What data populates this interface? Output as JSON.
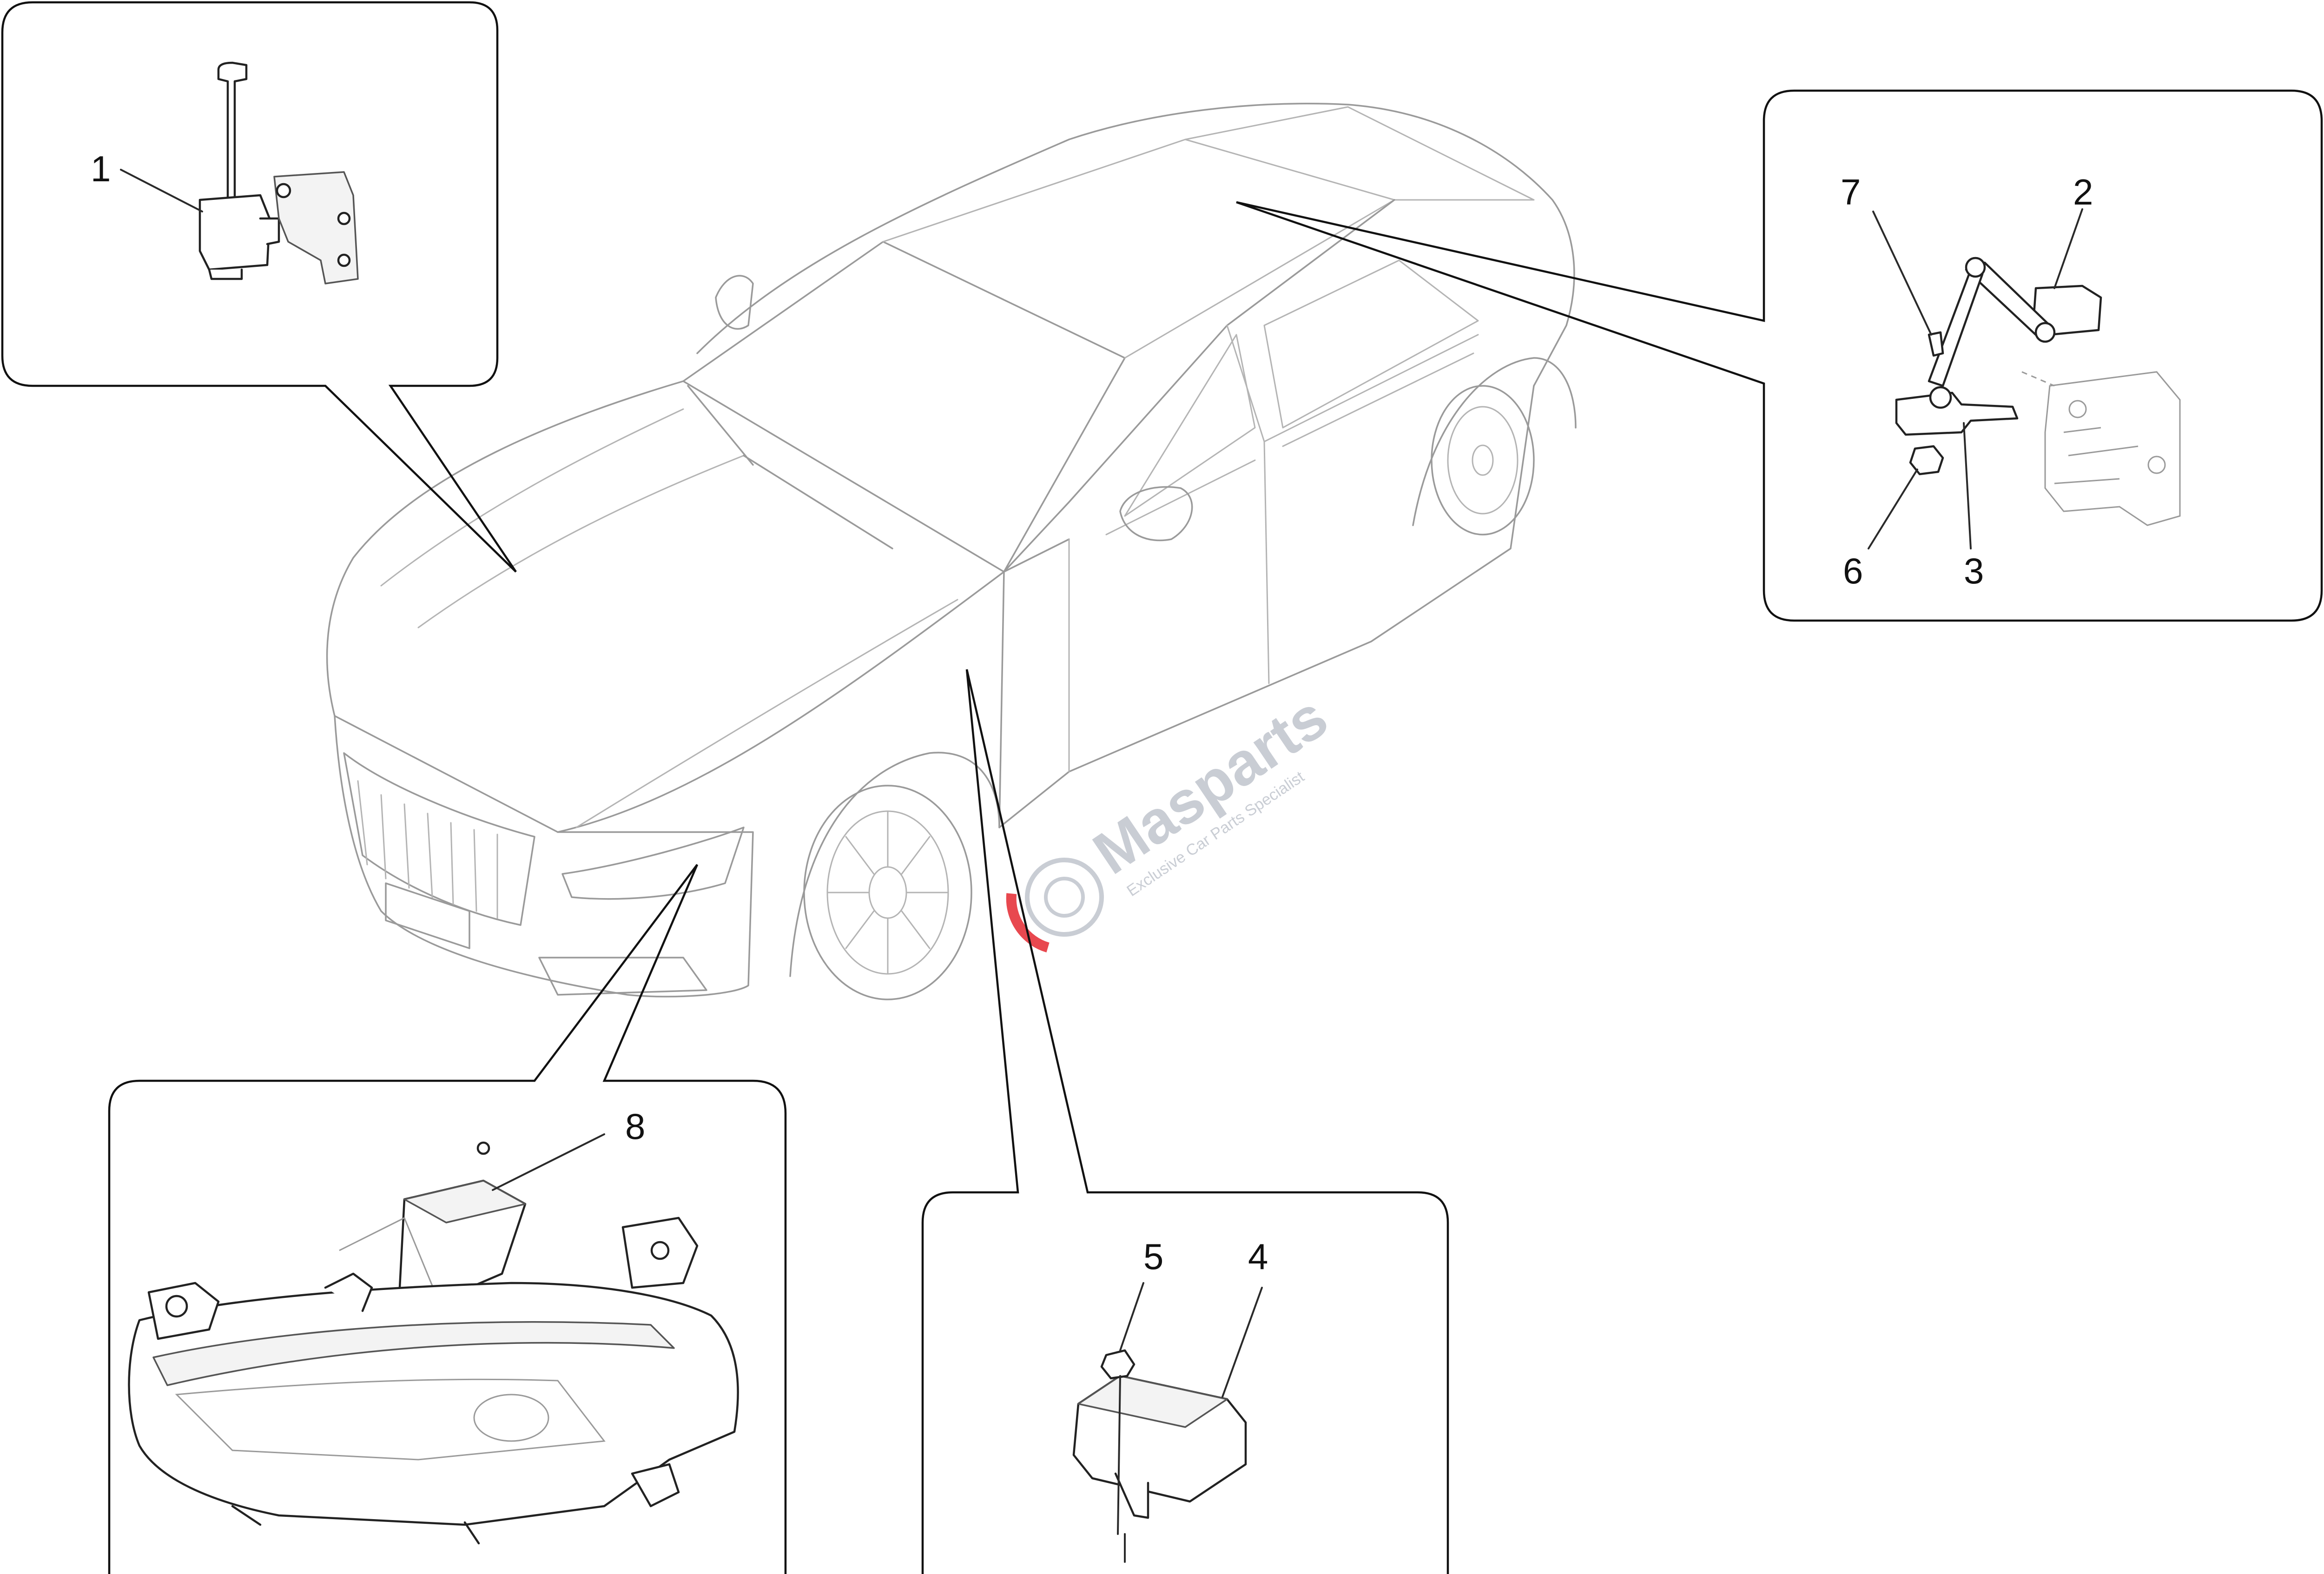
{
  "callouts": [
    {
      "id": "1",
      "label": "1"
    },
    {
      "id": "2",
      "label": "2"
    },
    {
      "id": "3",
      "label": "3"
    },
    {
      "id": "4",
      "label": "4"
    },
    {
      "id": "5",
      "label": "5"
    },
    {
      "id": "6",
      "label": "6"
    },
    {
      "id": "7",
      "label": "7"
    },
    {
      "id": "8",
      "label": "8"
    }
  ],
  "watermark": {
    "brand": "Masparts",
    "tagline": "Exclusive Car Parts Specialist",
    "brand_color": "#e8484f"
  }
}
